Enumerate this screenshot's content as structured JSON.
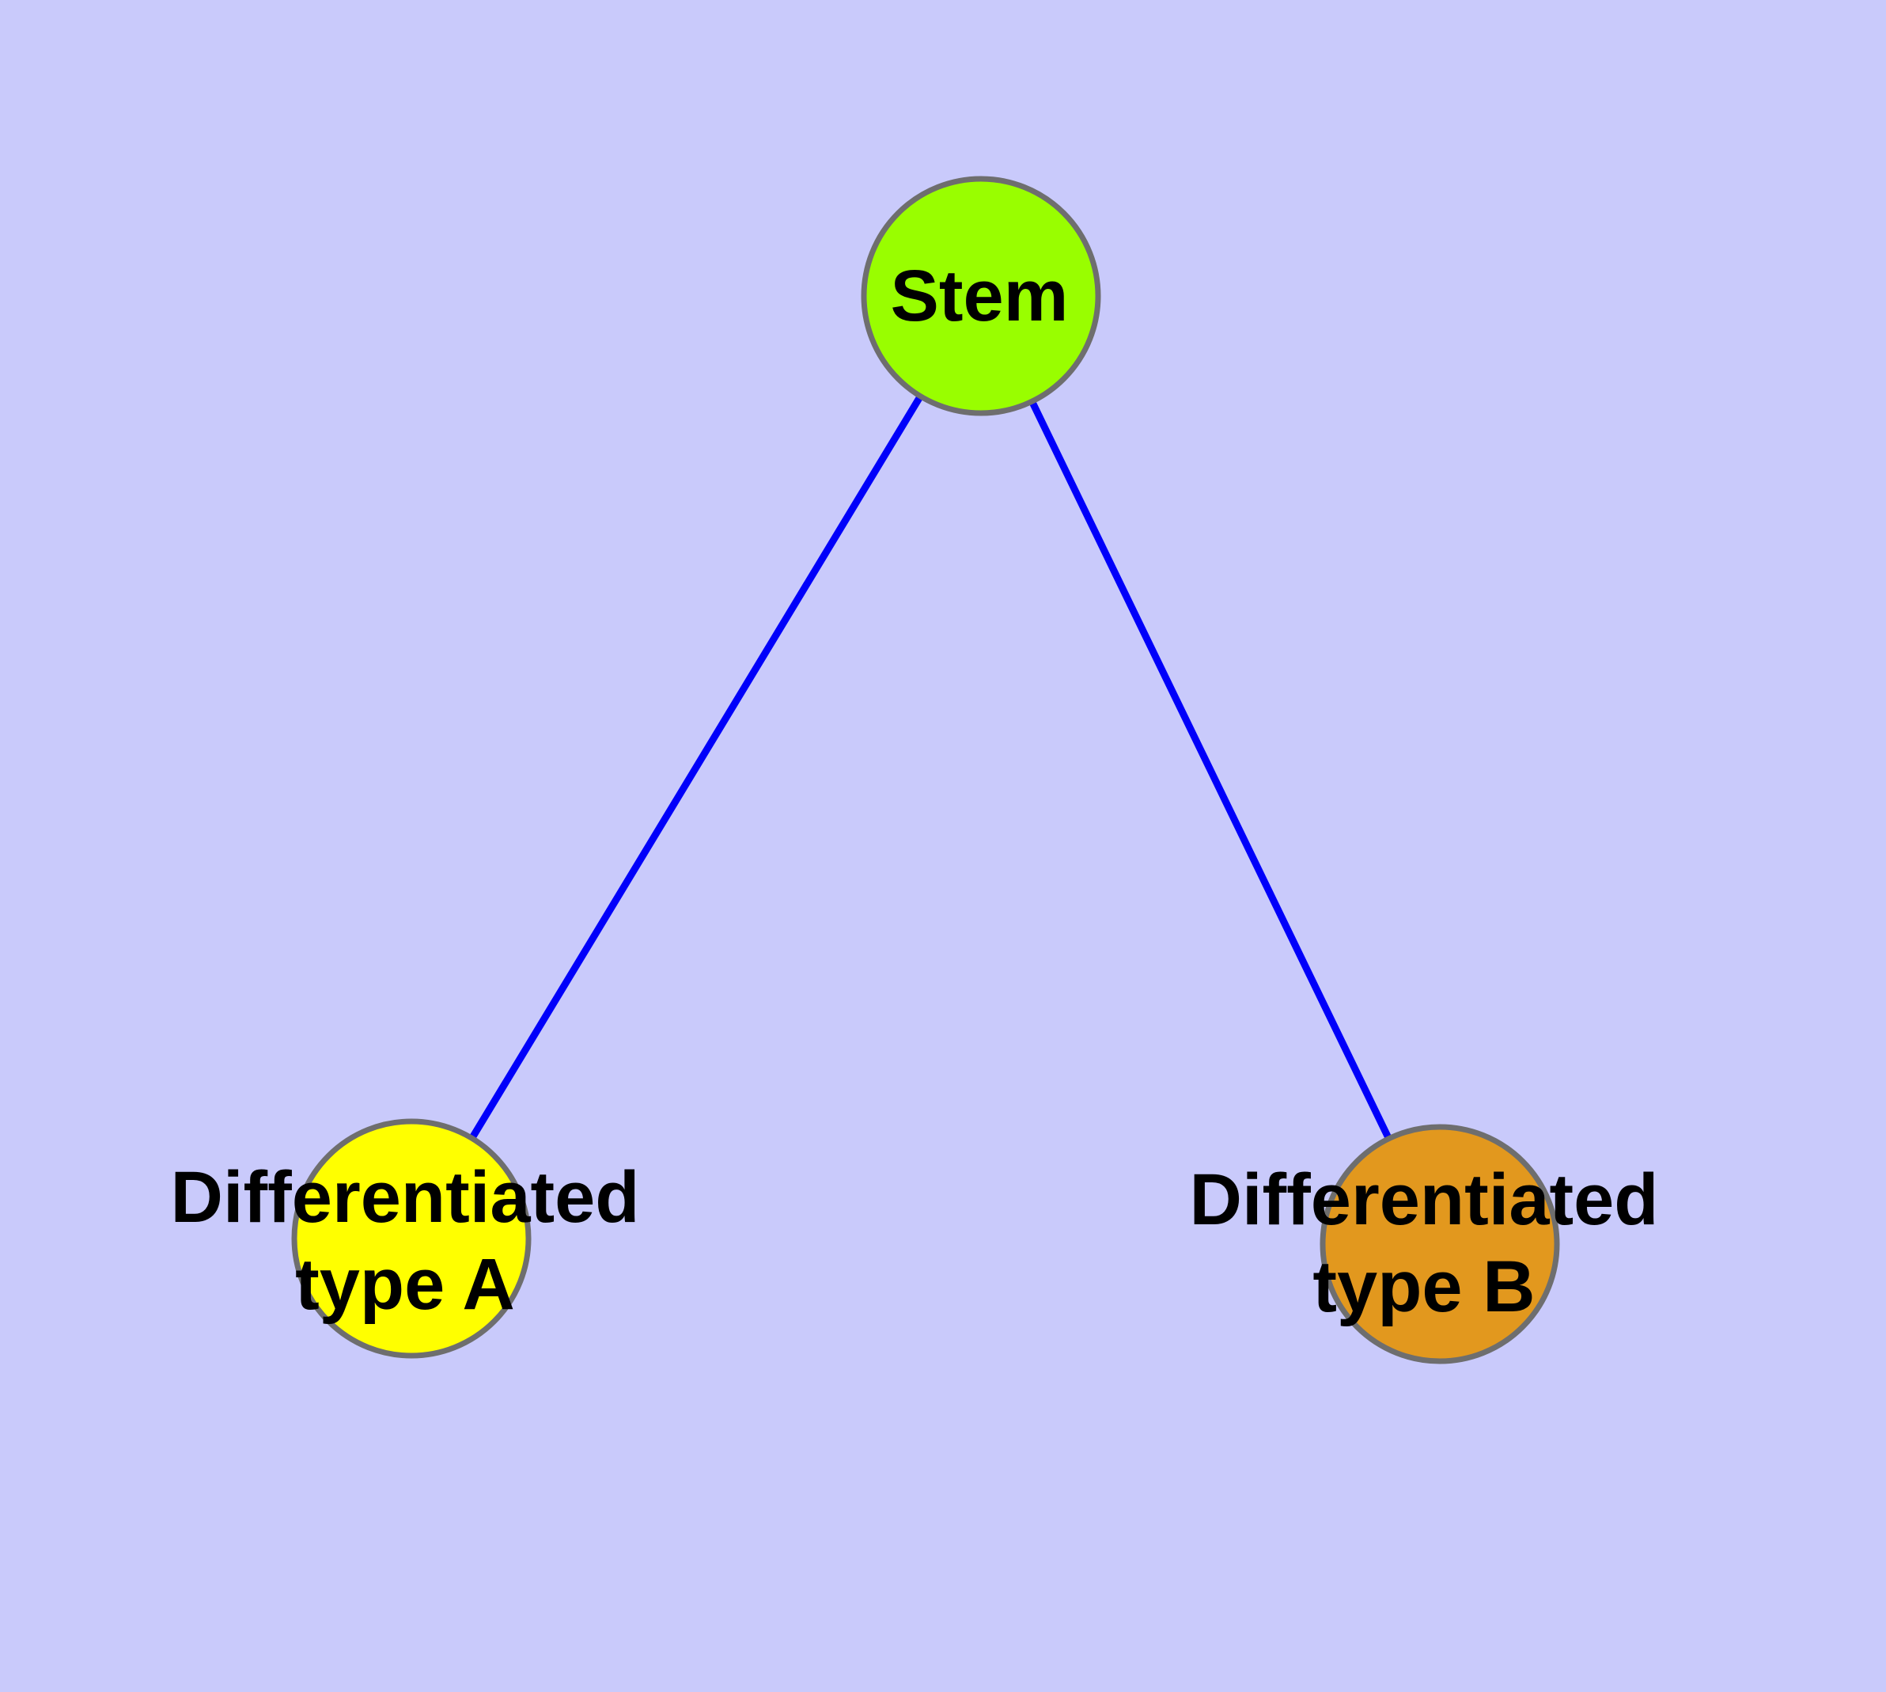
{
  "diagram": {
    "background_color": "#C9CAFB",
    "edge_color": "#0000FA",
    "node_border_color": "#6E6E6E",
    "text_color": "#000000",
    "nodes": [
      {
        "id": "stem",
        "label": "Stem",
        "label_lines": [
          "Stem"
        ],
        "fill": "#99FE00"
      },
      {
        "id": "differentiated-type-a",
        "label": "Differentiated type A",
        "label_lines": [
          "Differentiated",
          "type A"
        ],
        "fill": "#FFFF00"
      },
      {
        "id": "differentiated-type-b",
        "label": "Differentiated type B",
        "label_lines": [
          "Differentiated",
          "type B"
        ],
        "fill": "#E2981E"
      }
    ],
    "edges": [
      {
        "from": "Stem",
        "to": "Differentiated type A"
      },
      {
        "from": "Stem",
        "to": "Differentiated type B"
      }
    ]
  }
}
